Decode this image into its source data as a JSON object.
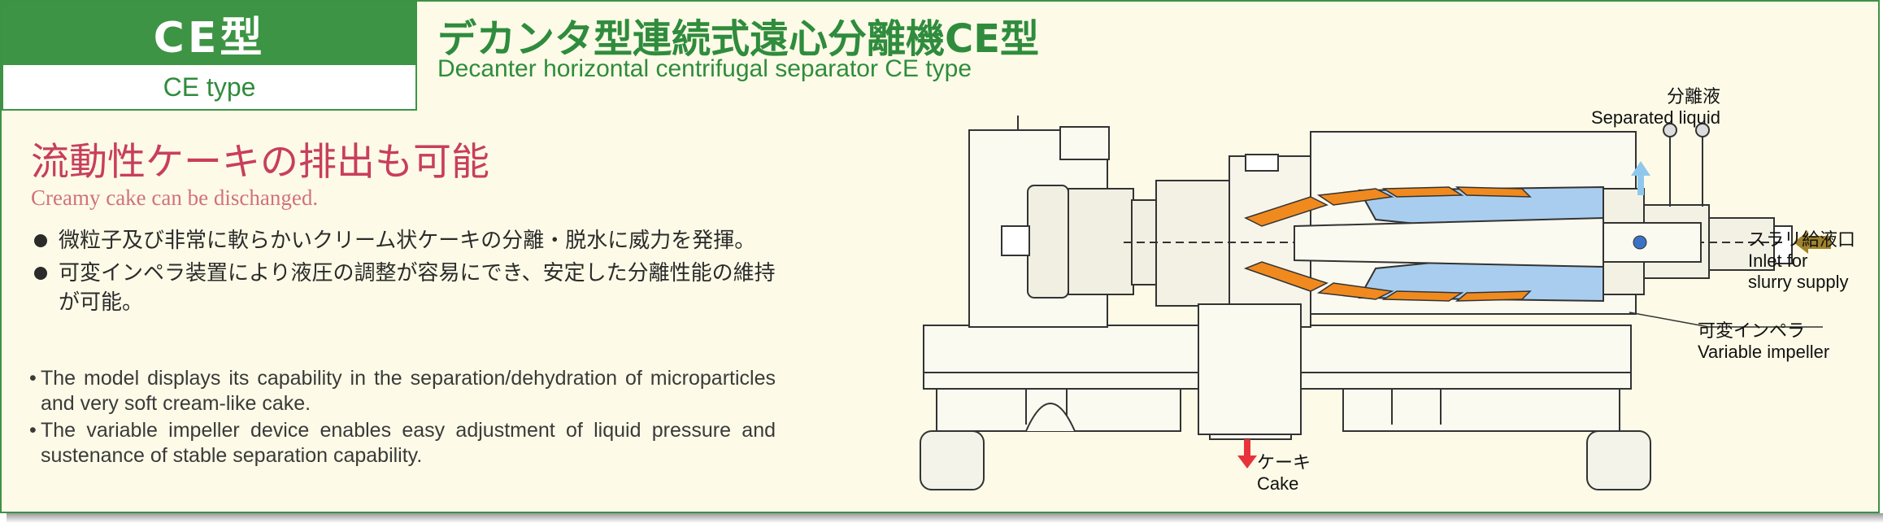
{
  "model_box": {
    "name": "CE型",
    "subtitle": "CE type"
  },
  "title": {
    "ja": "デカンタ型連続式遠心分離機CE型",
    "en": "Decanter horizontal centrifugal separator CE type"
  },
  "headline": {
    "ja": "流動性ケーキの排出も可能",
    "en": "Creamy cake can be dischanged."
  },
  "features_ja": [
    "微粒子及び非常に軟らかいクリーム状ケーキの分離・脱水に威力を発揮。",
    "可変インペラ装置により液圧の調整が容易にでき、安定した分離性能の維持が可能。"
  ],
  "features_en": [
    "The model displays its capability in the separation/dehydration of microparticles and very soft cream-like cake.",
    "The variable impeller device enables easy adjustment of liquid pressure and sustenance of stable separation capability."
  ],
  "bullet_marker": "•",
  "diagram": {
    "separated_liquid": {
      "ja": "分離液",
      "en": "Separated liquid"
    },
    "slurry_inlet": {
      "ja": "スラリ給液口",
      "en_line1": "Inlet for",
      "en_line2": "slurry supply"
    },
    "variable_impeller": {
      "ja": "可変インペラ",
      "en": "Variable impeller"
    },
    "cake": {
      "ja": "ケーキ",
      "en": "Cake"
    }
  },
  "colors": {
    "brand_green": "#3d9444",
    "headline_red": "#c83e5d",
    "background": "#fdfbe7",
    "cake_orange": "#f08a1e",
    "liquid_blue": "#a9cdee",
    "arrow_blue": "#8fc8ec",
    "arrow_red": "#e8333a",
    "arrow_gold": "#a0832b"
  }
}
